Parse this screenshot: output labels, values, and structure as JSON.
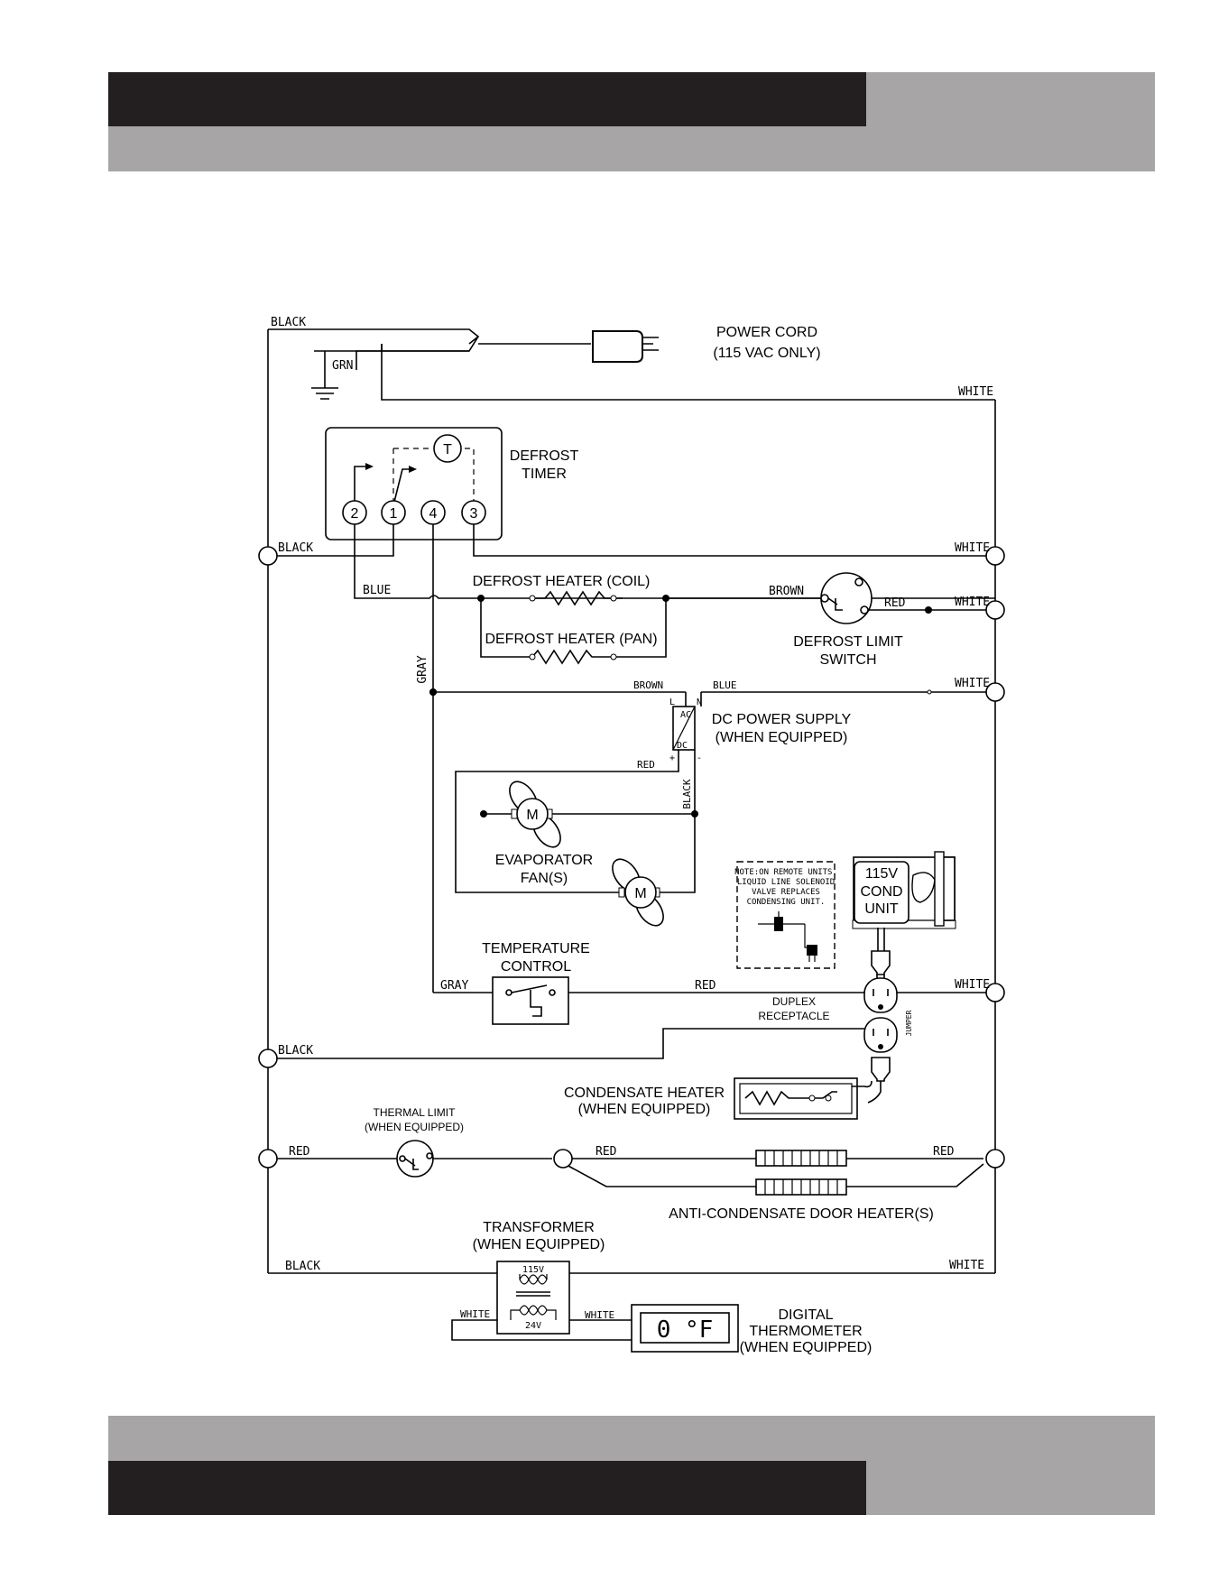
{
  "header": {
    "dark": "#231f20",
    "gray": "#a7a5a6"
  },
  "footer": {
    "dark": "#231f20",
    "gray": "#a7a5a6"
  },
  "wire_labels": {
    "black_top": "BLACK",
    "grn": "GRN",
    "white_top": "WHITE",
    "black_1": "BLACK",
    "white_1": "WHITE",
    "blue_1": "BLUE",
    "brown_1": "BROWN",
    "red_1": "RED",
    "white_2": "WHITE",
    "gray_v": "GRAY",
    "brown_2": "BROWN",
    "blue_2": "BLUE",
    "white_3": "WHITE",
    "red_2": "RED",
    "black_v": "BLACK",
    "gray_2": "GRAY",
    "red_3": "RED",
    "white_4": "WHITE",
    "black_2": "BLACK",
    "red_4": "RED",
    "red_5": "RED",
    "red_6": "RED",
    "black_3": "BLACK",
    "white_5": "WHITE",
    "white_6": "WHITE",
    "white_7": "WHITE",
    "jumper": "JUMPER"
  },
  "components": {
    "power_cord": [
      "POWER CORD",
      "(115 VAC ONLY)"
    ],
    "defrost_timer": [
      "DEFROST",
      "TIMER"
    ],
    "timer_terminals": [
      "2",
      "1",
      "4",
      "3"
    ],
    "timer_motor": "T",
    "defrost_heater_coil": "DEFROST HEATER (COIL)",
    "defrost_heater_pan": "DEFROST HEATER (PAN)",
    "defrost_limit_switch": [
      "DEFROST LIMIT",
      "SWITCH"
    ],
    "dc_power_supply": [
      "DC POWER SUPPLY",
      "(WHEN EQUIPPED)"
    ],
    "psu_marks": {
      "l": "L",
      "n": "N",
      "ac": "AC",
      "dc": "DC",
      "plus": "+",
      "minus": "-"
    },
    "evaporator_fans": [
      "EVAPORATOR",
      "FAN(S)"
    ],
    "motor": "M",
    "note": [
      "NOTE:ON REMOTE UNITS.",
      "LIQUID LINE SOLENOID",
      "VALVE REPLACES",
      "CONDENSING UNIT."
    ],
    "cond_unit": [
      "115V",
      "COND",
      "UNIT"
    ],
    "temperature_control": [
      "TEMPERATURE",
      "CONTROL"
    ],
    "duplex_receptacle": [
      "DUPLEX",
      "RECEPTACLE"
    ],
    "condensate_heater": [
      "CONDENSATE HEATER",
      "(WHEN EQUIPPED)"
    ],
    "thermal_limit": [
      "THERMAL LIMIT",
      "(WHEN EQUIPPED)"
    ],
    "anti_condensate": "ANTI-CONDENSATE DOOR HEATER(S)",
    "transformer": [
      "TRANSFORMER",
      "(WHEN EQUIPPED)"
    ],
    "transformer_marks": {
      "primary": "115V",
      "secondary": "24V"
    },
    "digital_thermometer": [
      "DIGITAL",
      "THERMOMETER",
      "(WHEN EQUIPPED)"
    ],
    "thermometer_display": "0 °F"
  }
}
